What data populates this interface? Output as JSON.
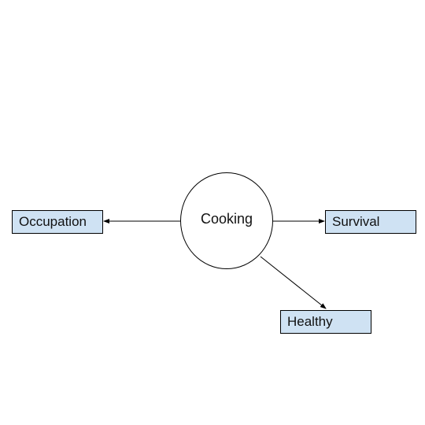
{
  "diagram": {
    "center": {
      "label": "Cooking"
    },
    "nodes": [
      {
        "id": "occupation",
        "label": "Occupation"
      },
      {
        "id": "survival",
        "label": "Survival"
      },
      {
        "id": "healthy",
        "label": "Healthy"
      }
    ],
    "edges": [
      {
        "from": "Cooking",
        "to": "Occupation"
      },
      {
        "from": "Cooking",
        "to": "Survival"
      },
      {
        "from": "Cooking",
        "to": "Healthy"
      }
    ]
  },
  "colors": {
    "node_fill": "#cfe2f3",
    "stroke": "#000000",
    "background": "#ffffff"
  }
}
